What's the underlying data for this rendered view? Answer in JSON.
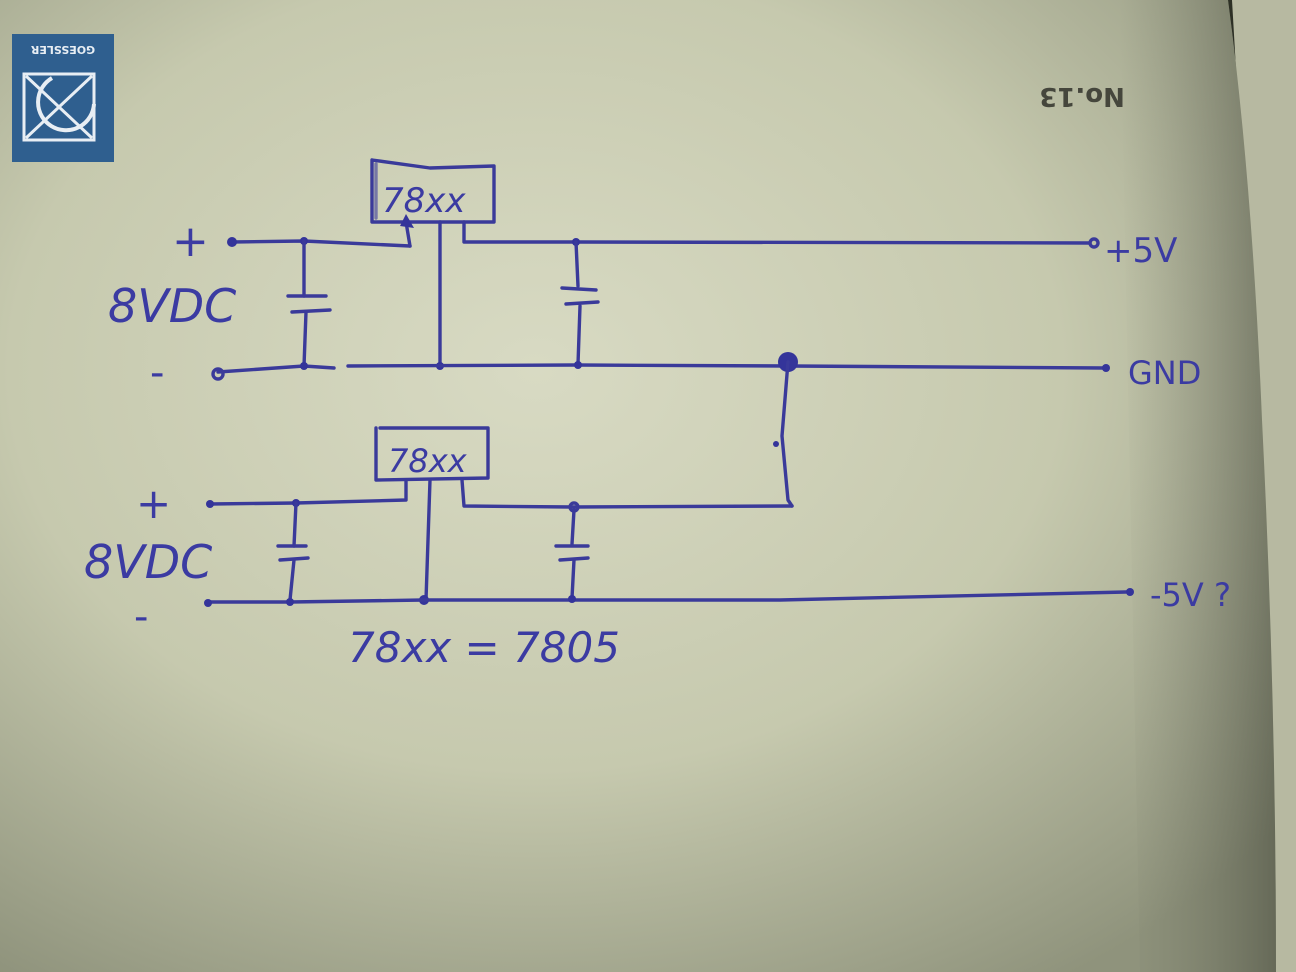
{
  "notebook": {
    "brand": "GOESSLER",
    "page_number": "No.13"
  },
  "schematic": {
    "regulator_top": "78xx",
    "regulator_bottom": "78xx",
    "input_top": {
      "plus": "+",
      "voltage": "8VDC",
      "minus": "-"
    },
    "input_bottom": {
      "plus": "+",
      "voltage": "8VDC",
      "minus": "-"
    },
    "outputs": {
      "positive": "+5V",
      "ground": "GND",
      "negative": "-5V ?"
    },
    "note": "78xx = 7805"
  },
  "colors": {
    "paper": "#cfd1b8",
    "ink": "#3a3a9a",
    "logo_blue": "#2a5a8a"
  }
}
